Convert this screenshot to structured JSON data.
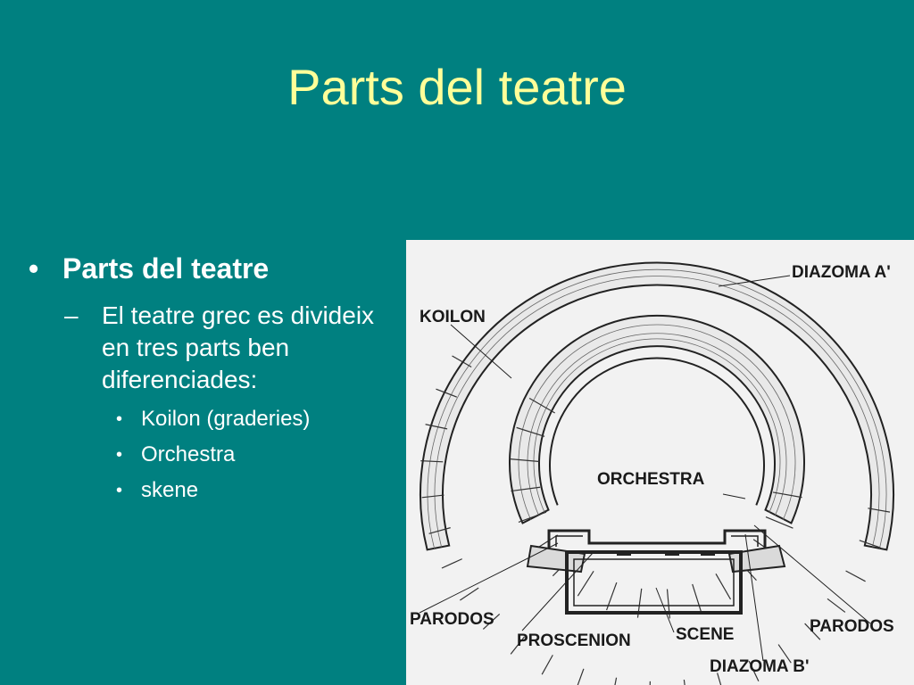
{
  "title": "Parts del teatre",
  "bullets": {
    "level1": "Parts del teatre",
    "level2": "El teatre grec es divideix en tres parts ben diferenciades:",
    "level3": [
      "Koilon (graderies)",
      "Orchestra",
      "skene"
    ]
  },
  "diagram": {
    "labels": {
      "diazoma_a": "DIAZOMA A'",
      "koilon": "KOILON",
      "orchestra": "ORCHESTRA",
      "parodos_left": "PARODOS",
      "parodos_right": "PARODOS",
      "proscenion": "PROSCENION",
      "scene": "SCENE",
      "diazoma_b": "DIAZOMA B'"
    }
  },
  "colors": {
    "background": "#008080",
    "title": "#ffff99",
    "text": "#ffffff"
  }
}
